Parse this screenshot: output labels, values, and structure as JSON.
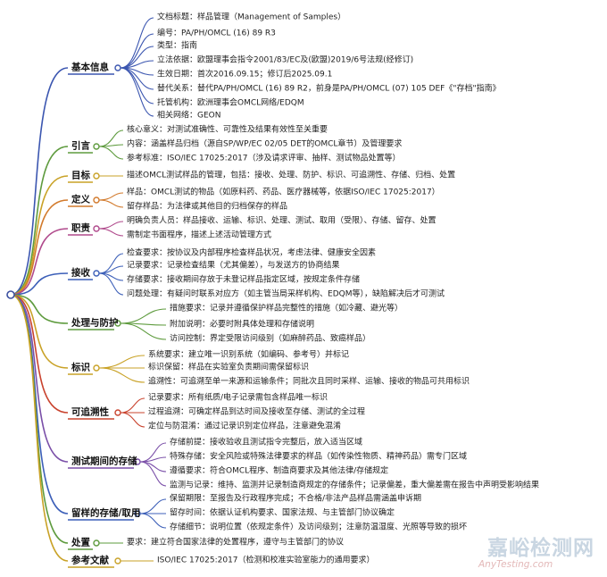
{
  "root": {
    "color": "#3a4fa0"
  },
  "categories": [
    {
      "label": "基本信息",
      "color": "#3b56b0",
      "items": [
        "文档标题：样品管理（Management of Samples）",
        "编号：PA/PH/OMCL (16) 89 R3",
        "类型：指南",
        "立法依据：欧盟理事会指令2001/83/EC及(欧盟)2019/6号法规(经修订)",
        "生效日期：首次2016.09.15；修订后2025.09.1",
        "替代关系：替代PA/PH/OMCL (16) 89 R2，前身是PA/PH/OMCL (07) 105 DEF《\"存档\"指南》",
        "托管机构：欧洲理事会OMCL网络/EDQM",
        "相关网络：GEON"
      ]
    },
    {
      "label": "引言",
      "color": "#5e9b3e",
      "items": [
        "核心意义：对测试准确性、可靠性及结果有效性至关重要",
        "内容：涵盖样品归档（源自SP/WP/EC 02/05 DET的OMCL章节）及管理要求",
        "参考标准：ISO/IEC 17025:2017（涉及请求评审、抽样、测试物品处置等）"
      ]
    },
    {
      "label": "目标",
      "color": "#c9a227",
      "items": [
        "描述OMCL测试样品的管理，包括：接收、处理、防护、标识、可追溯性、存储、归档、处置"
      ]
    },
    {
      "label": "定义",
      "color": "#d27a2c",
      "items": [
        "样品：OMCL测试的物品（如原料药、药品、医疗器械等，依据ISO/IEC 17025:2017）",
        "留存样品：为法律或其他目的归档保存的样品"
      ]
    },
    {
      "label": "职责",
      "color": "#b04a8c",
      "items": [
        "明确负责人员：样品接收、运输、标识、处理、测试、取用（受限）、存储、留存、处置",
        "需制定书面程序，描述上述活动管理方式"
      ]
    },
    {
      "label": "接收",
      "color": "#3c5fb8",
      "items": [
        "检查要求：按协议及内部程序检查样品状况，考虑法律、健康安全因素",
        "记录要求：记录检查结果（尤其偏差），与发送方的协商结果",
        "存储要求：接收期间存放于未登记样品指定区域，按规定条件存储",
        "问题处理：有疑问时联系对应方（如主管当局采样机构、EDQM等），缺陷解决后才可测试"
      ]
    },
    {
      "label": "处理与防护",
      "color": "#5e9b3e",
      "items": [
        "措施要求：记录并遵循保护样品完整性的措施（如冷藏、避光等）",
        "附加说明：必要时附具体处理和存储说明",
        "访问控制：界定受限访问级别（如麻醉药品、致癌样品）"
      ]
    },
    {
      "label": "标识",
      "color": "#c9a227",
      "items": [
        "系统要求：建立唯一识别系统（如编码、参考号）并标记",
        "标识保留：样品在实验室负责期间需保留标识",
        "追溯性：可追溯至单一来源和运输条件；同批次且同时采样、运输、接收的物品可共用标识"
      ]
    },
    {
      "label": "可追溯性",
      "color": "#c9432e",
      "items": [
        "记录要求：所有纸质/电子记录需包含样品唯一标识",
        "过程追溯：可确定样品到达时间及接收至存储、测试的全过程",
        "定位与防混淆：通过记录识别定位样品，注意避免混淆"
      ]
    },
    {
      "label": "测试期间的存储",
      "color": "#7a4fa8",
      "items": [
        "存储前提：接收验收且测试指令完整后，放入适当区域",
        "特殊存储：安全风险或特殊法律要求的样品（如传染性物质、精神药品）需专门区域",
        "遵循要求：符合OMCL程序、制造商要求及其他法律/存储规定",
        "监测与记录：维持、监测并记录制造商规定的存储条件；记录偏差，重大偏差需在报告中声明受影响结果"
      ]
    },
    {
      "label": "留样的存储/取用",
      "color": "#3c5fb8",
      "items": [
        "保留期限：至报告及行政程序完成；不合格/非法产品样品需涵盖申诉期",
        "留存时间：依据认证机构要求、国家法规、与主管部门协议确定",
        "存储细节：说明位置（依规定条件）及访问级别；注意防温湿度、光照等导致的损坏"
      ]
    },
    {
      "label": "处置",
      "color": "#5e9b3e",
      "items": [
        "要求：建立符合国家法律的处置程序，遵守与主管部门的协议"
      ]
    },
    {
      "label": "参考文献",
      "color": "#c9a227",
      "items": [
        "ISO/IEC 17025:2017（检测和校准实验室能力的通用要求）"
      ]
    }
  ],
  "watermark": {
    "line1": "嘉峪检测网",
    "line2": "AnyTesting.com"
  }
}
